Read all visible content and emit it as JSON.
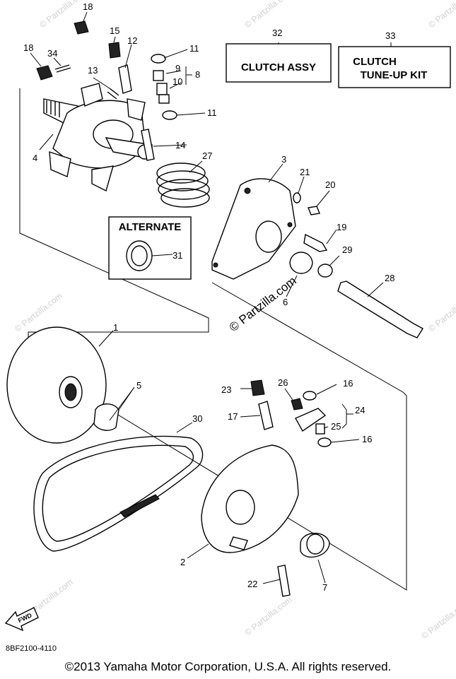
{
  "callouts": {
    "c1": "1",
    "c2": "2",
    "c3": "3",
    "c4": "4",
    "c5": "5",
    "c6": "6",
    "c7": "7",
    "c8": "8",
    "c9": "9",
    "c10": "10",
    "c11a": "11",
    "c11b": "11",
    "c12": "12",
    "c13": "13",
    "c14": "14",
    "c15": "15",
    "c16a": "16",
    "c16b": "16",
    "c17": "17",
    "c18a": "18",
    "c18b": "18",
    "c19": "19",
    "c20": "20",
    "c21": "21",
    "c22": "22",
    "c23": "23",
    "c24": "24",
    "c25": "25",
    "c26": "26",
    "c27": "27",
    "c28": "28",
    "c29": "29",
    "c30": "30",
    "c31": "31",
    "c32": "32",
    "c33": "33",
    "c34": "34"
  },
  "boxes": {
    "clutch_assy": "CLUTCH ASSY",
    "tuneup_line1": "CLUTCH",
    "tuneup_line2": "TUNE-UP KIT",
    "alternate": "ALTERNATE"
  },
  "fwd": "FWD",
  "watermark": "© Partzilla.com",
  "watermark_small": "© Partzilla.com",
  "code": "8BF2100-4110",
  "copyright": "©2013  Yamaha Motor Corporation, U.S.A. All rights reserved."
}
